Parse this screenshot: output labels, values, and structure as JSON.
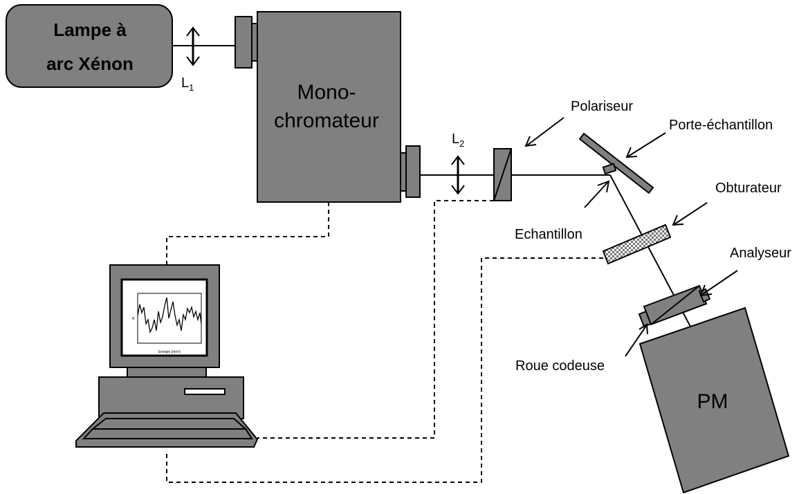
{
  "lamp": {
    "line1": "Lampe à",
    "line2": "arc Xénon"
  },
  "lens1": {
    "label": "L",
    "sub": "1"
  },
  "lens2": {
    "label": "L",
    "sub": "2"
  },
  "mono": {
    "line1": "Mono-",
    "line2": "chromateur"
  },
  "labels": {
    "polariseur": "Polariseur",
    "porte": "Porte-échantillon",
    "obturateur": "Obturateur",
    "echantillon": "Echantillon",
    "analyseur": "Analyseur",
    "roue": "Roue codeuse",
    "pm": "PM"
  },
  "screen": {
    "xlabel": "Energie (meV)",
    "ylabel": "R"
  },
  "colors": {
    "body": "#808080",
    "outline": "#000000",
    "background": "#ffffff"
  }
}
